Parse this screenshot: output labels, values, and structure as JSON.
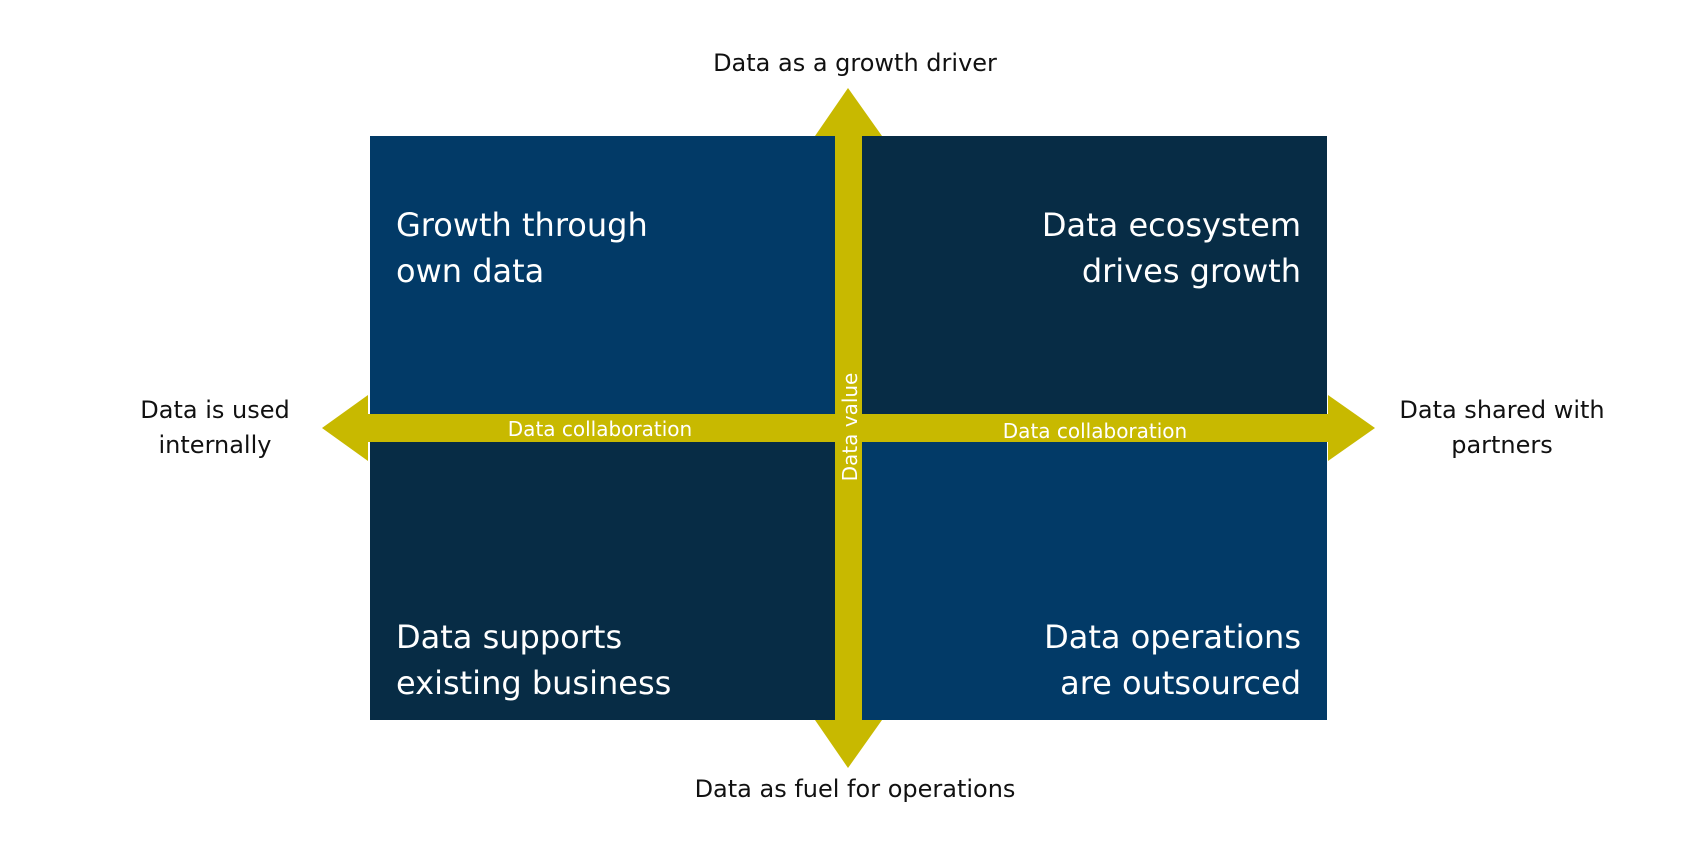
{
  "quadrants": {
    "top_left": "Growth through\nown data",
    "top_right": "Data ecosystem\ndrives growth",
    "bottom_left": "Data supports\nexisting business",
    "bottom_right": "Data operations\nare outsourced"
  },
  "axes": {
    "top": "Data as a growth driver",
    "bottom": "Data as fuel for operations",
    "left": "Data is used\ninternally",
    "right": "Data shared with\npartners",
    "horizontal_left_label": "Data collaboration",
    "horizontal_right_label": "Data collaboration",
    "vertical_label": "Data value"
  },
  "colors": {
    "arrow": "#c8b900",
    "quadrant_mid_blue": "#023a67",
    "quadrant_dark_blue": "#072c45"
  }
}
